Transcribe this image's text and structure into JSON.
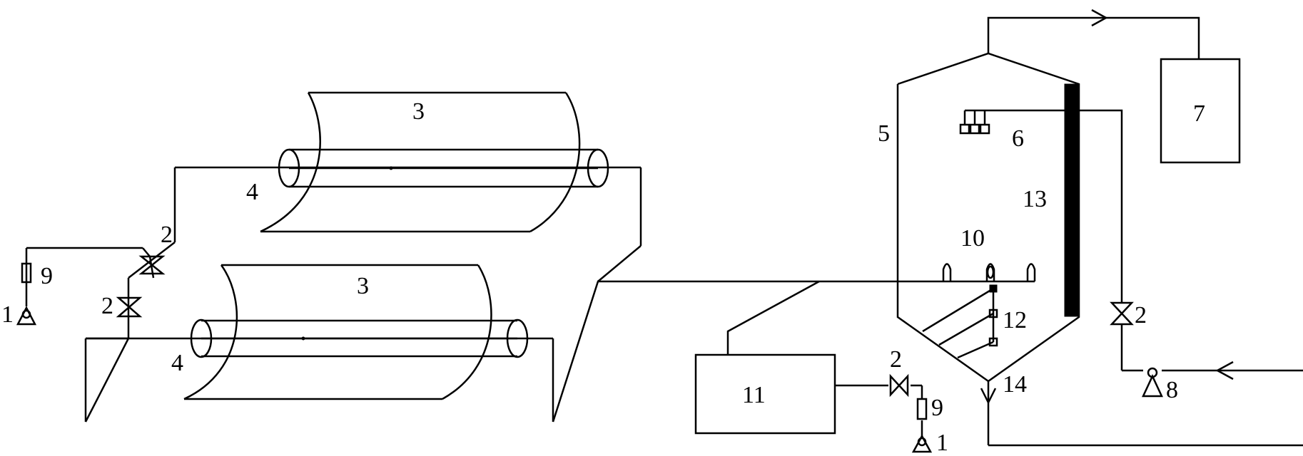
{
  "labels": {
    "trough_top": "3",
    "trough_bottom": "3",
    "tube_top": "4",
    "tube_bottom": "4",
    "vessel": "5",
    "spray": "6",
    "tank": "7",
    "feed_pump": "8",
    "filter_left": "9",
    "filter_bottom": "9",
    "pump_left": "1",
    "pump_bottom": "1",
    "valve_upper": "2",
    "valve_lower": "2",
    "valve_bottom": "2",
    "valve_right": "2",
    "distributor": "10",
    "box": "11",
    "nozzles": "12",
    "heater": "13",
    "outlet": "14"
  }
}
